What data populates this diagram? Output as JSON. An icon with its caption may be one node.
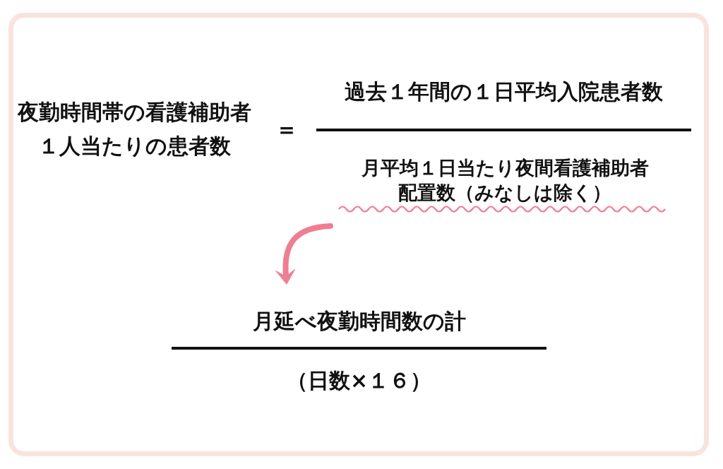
{
  "diagram": {
    "nodes": [
      {
        "text": [
          "夜勤時間帯の看護補助者１人当たりの患者数"
        ]
      },
      {
        "text": [
          "過去１年間の１日平均入院患者数"
        ]
      },
      {
        "text": [
          "月平均１日当たり夜間看護補助者配置数（みなしは除く）"
        ]
      },
      {
        "text": [
          "月延べ夜勤時間数の計",
          "（日数×１６）"
        ]
      }
    ],
    "edges": [
      {
        "from": 2,
        "to": 3,
        "arrow": "to",
        "color": "#ee7f93"
      }
    ],
    "labels": [
      "＝"
    ]
  }
}
